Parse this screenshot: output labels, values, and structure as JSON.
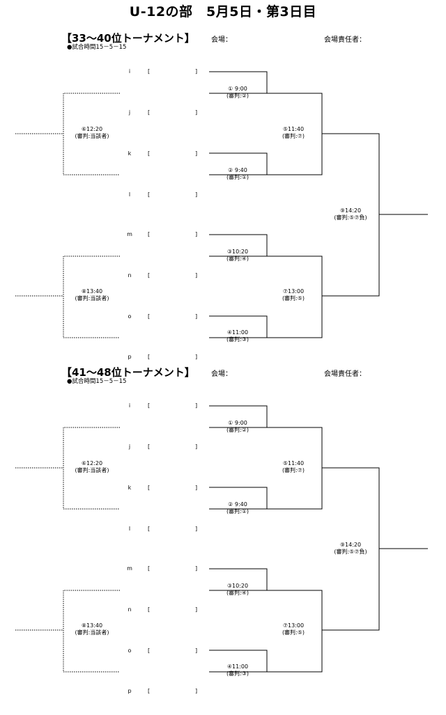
{
  "page": {
    "title": "U-12の部　5月5日・第3日目"
  },
  "sections": [
    {
      "title": "【33～40位トーナメント】",
      "match_time_note": "●試合時間15－5－15",
      "venue_label": "会場：",
      "manager_label": "会場責任者：",
      "slots": [
        {
          "letter": "i",
          "open": "[",
          "close": "]"
        },
        {
          "letter": "j",
          "open": "[",
          "close": "]"
        },
        {
          "letter": "k",
          "open": "[",
          "close": "]"
        },
        {
          "letter": "l",
          "open": "[",
          "close": "]"
        },
        {
          "letter": "m",
          "open": "[",
          "close": "]"
        },
        {
          "letter": "n",
          "open": "[",
          "close": "]"
        },
        {
          "letter": "o",
          "open": "[",
          "close": "]"
        },
        {
          "letter": "p",
          "open": "[",
          "close": "]"
        }
      ],
      "matches": {
        "m1": {
          "time": "① 9:00",
          "referee": "(審判:②)"
        },
        "m2": {
          "time": "② 9:40",
          "referee": "(審判:①)"
        },
        "m3": {
          "time": "③10:20",
          "referee": "(審判:④)"
        },
        "m4": {
          "time": "④11:00",
          "referee": "(審判:③)"
        },
        "m5": {
          "time": "⑤11:40",
          "referee": "(審判:⑦)"
        },
        "m7": {
          "time": "⑦13:00",
          "referee": "(審判:⑤)"
        },
        "m6": {
          "time": "⑥12:20",
          "referee": "(審判:当該者)"
        },
        "m8": {
          "time": "⑧13:40",
          "referee": "(審判:当該者)"
        },
        "m9": {
          "time": "⑨14:20",
          "referee": "(審判:⑤⑦負)"
        }
      }
    },
    {
      "title": "【41～48位トーナメント】",
      "match_time_note": "●試合時間15－5－15",
      "venue_label": "会場：",
      "manager_label": "会場責任者：",
      "slots": [
        {
          "letter": "i",
          "open": "[",
          "close": "]"
        },
        {
          "letter": "j",
          "open": "[",
          "close": "]"
        },
        {
          "letter": "k",
          "open": "[",
          "close": "]"
        },
        {
          "letter": "l",
          "open": "[",
          "close": "]"
        },
        {
          "letter": "m",
          "open": "[",
          "close": "]"
        },
        {
          "letter": "n",
          "open": "[",
          "close": "]"
        },
        {
          "letter": "o",
          "open": "[",
          "close": "]"
        },
        {
          "letter": "p",
          "open": "[",
          "close": "]"
        }
      ],
      "matches": {
        "m1": {
          "time": "① 9:00",
          "referee": "(審判:②)"
        },
        "m2": {
          "time": "② 9:40",
          "referee": "(審判:①)"
        },
        "m3": {
          "time": "③10:20",
          "referee": "(審判:④)"
        },
        "m4": {
          "time": "④11:00",
          "referee": "(審判:③)"
        },
        "m5": {
          "time": "⑤11:40",
          "referee": "(審判:⑦)"
        },
        "m7": {
          "time": "⑦13:00",
          "referee": "(審判:⑤)"
        },
        "m6": {
          "time": "⑥12:20",
          "referee": "(審判:当該者)"
        },
        "m8": {
          "time": "⑧13:40",
          "referee": "(審判:当該者)"
        },
        "m9": {
          "time": "⑨14:20",
          "referee": "(審判:⑤⑦負)"
        }
      }
    }
  ]
}
